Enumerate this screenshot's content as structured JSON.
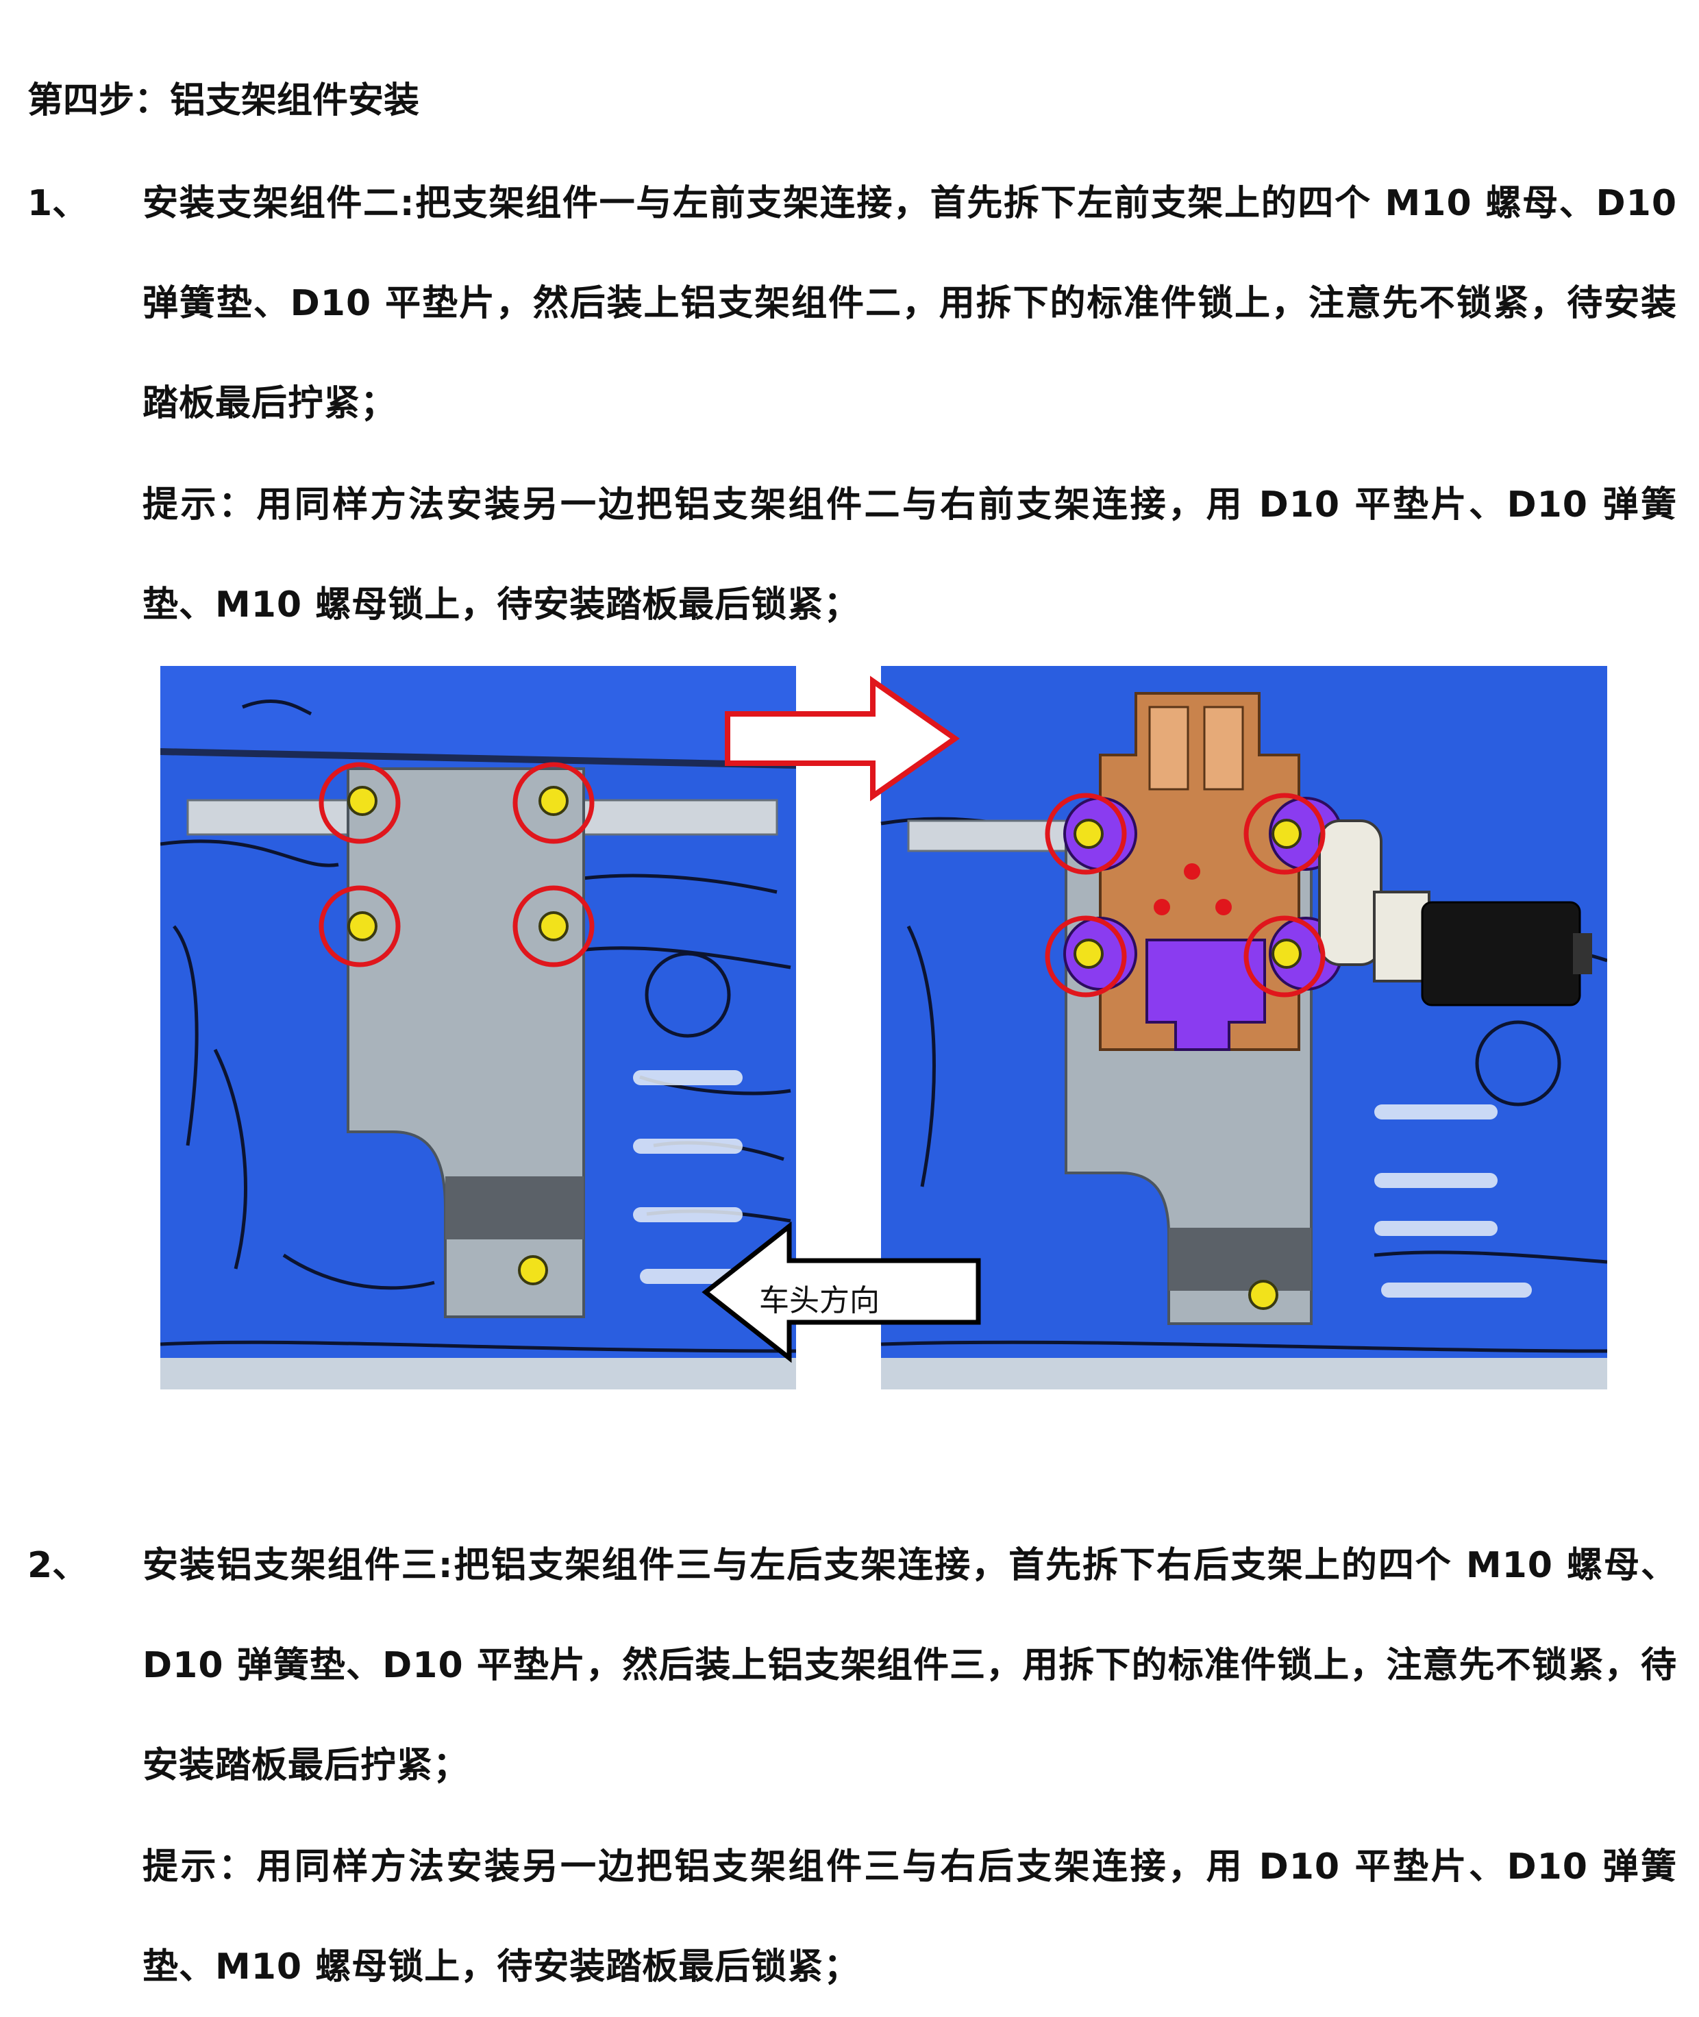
{
  "heading": "第四步：铝支架组件安装",
  "steps": [
    {
      "number": "1、",
      "body": "安装支架组件二:把支架组件一与左前支架连接，首先拆下左前支架上的四个 M10 螺母、D10 弹簧垫、D10 平垫片，然后装上铝支架组件二，用拆下的标准件锁上，注意先不锁紧，待安装踏板最后拧紧；",
      "tip": "提示：用同样方法安装另一边把铝支架组件二与右前支架连接，用 D10 平垫片、D10 弹簧垫、M10 螺母锁上，待安装踏板最后锁紧；"
    },
    {
      "number": "2、",
      "body": "安装铝支架组件三:把铝支架组件三与左后支架连接，首先拆下右后支架上的四个 M10 螺母、D10 弹簧垫、D10 平垫片，然后装上铝支架组件三，用拆下的标准件锁上，注意先不锁紧，待安装踏板最后拧紧；",
      "tip": "提示：用同样方法安装另一边把铝支架组件三与右后支架连接，用 D10 平垫片、D10 弹簧垫、M10 螺母锁上，待安装踏板最后锁紧；"
    }
  ],
  "figure": {
    "direction_label": "车头方向"
  },
  "colors": {
    "chassis_blue": "#2a5ee0",
    "bracket_grey": "#a9b3bb",
    "marker_red": "#e0161c",
    "bolt_yellow": "#f2e21b",
    "copper_bracket": "#c9834c",
    "purple_module": "#8a3cf0"
  },
  "icons": [
    "right-arrow-icon",
    "left-arrow-icon"
  ]
}
